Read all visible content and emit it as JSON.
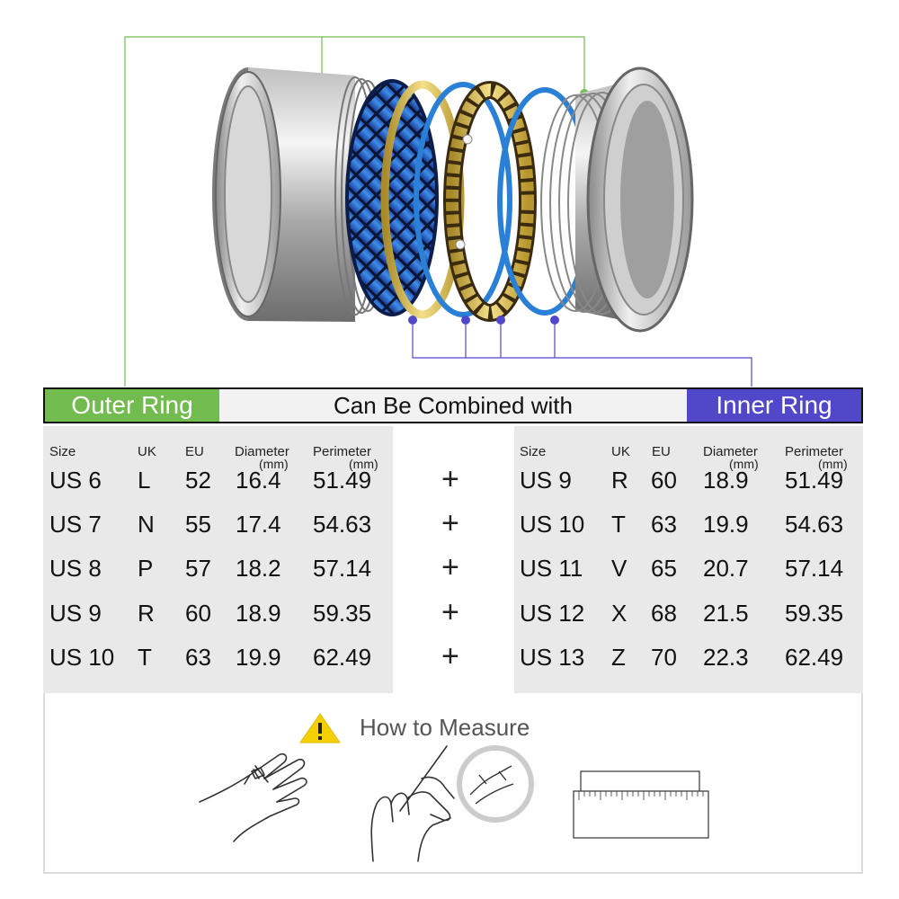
{
  "header": {
    "outer_ring": "Outer Ring",
    "combine": "Can Be Combined with",
    "inner_ring": "Inner Ring"
  },
  "columns": {
    "size": "Size",
    "uk": "UK",
    "eu": "EU",
    "diameter": "Diameter",
    "perimeter": "Perimeter",
    "unit": "(mm)"
  },
  "outer_rows": [
    {
      "size": "US 6",
      "uk": "L",
      "eu": "52",
      "diameter": "16.4",
      "perimeter": "51.49"
    },
    {
      "size": "US 7",
      "uk": "N",
      "eu": "55",
      "diameter": "17.4",
      "perimeter": "54.63"
    },
    {
      "size": "US 8",
      "uk": "P",
      "eu": "57",
      "diameter": "18.2",
      "perimeter": "57.14"
    },
    {
      "size": "US 9",
      "uk": "R",
      "eu": "60",
      "diameter": "18.9",
      "perimeter": "59.35"
    },
    {
      "size": "US 10",
      "uk": "T",
      "eu": "63",
      "diameter": "19.9",
      "perimeter": "62.49"
    }
  ],
  "inner_rows": [
    {
      "size": "US 9",
      "uk": "R",
      "eu": "60",
      "diameter": "18.9",
      "perimeter": "51.49"
    },
    {
      "size": "US 10",
      "uk": "T",
      "eu": "63",
      "diameter": "19.9",
      "perimeter": "54.63"
    },
    {
      "size": "US 11",
      "uk": "V",
      "eu": "65",
      "diameter": "20.7",
      "perimeter": "57.14"
    },
    {
      "size": "US 12",
      "uk": "X",
      "eu": "68",
      "diameter": "21.5",
      "perimeter": "59.35"
    },
    {
      "size": "US 13",
      "uk": "Z",
      "eu": "70",
      "diameter": "22.3",
      "perimeter": "62.49"
    }
  ],
  "plus_sign": "+",
  "measure": {
    "title": "How to Measure",
    "warning_icon": "warning-icon"
  },
  "colors": {
    "outer_green": "#72bb4f",
    "inner_purple": "#5147c9",
    "ring_blue": "#2a7fd6",
    "ring_gold": "#d8b84a"
  }
}
